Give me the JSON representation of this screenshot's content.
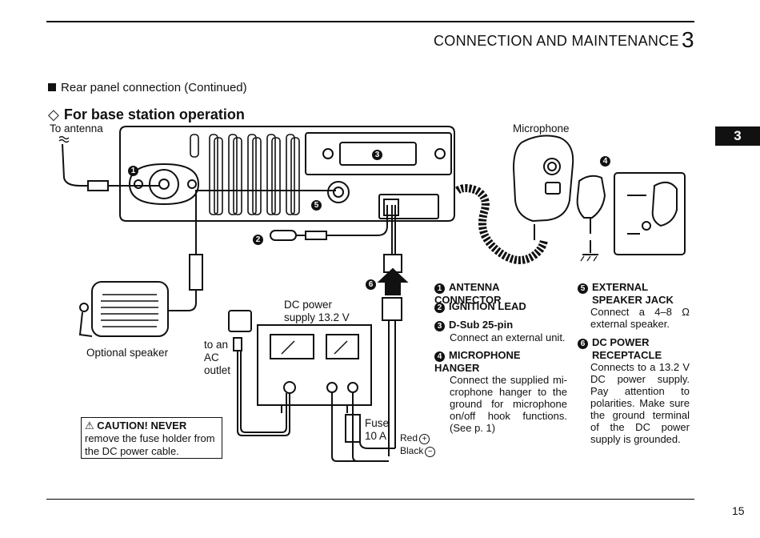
{
  "header": {
    "title": "CONNECTION AND MAINTENANCE",
    "chapter": "3",
    "tab": "3"
  },
  "section": {
    "label": "Rear panel connection (Continued)"
  },
  "subsection": {
    "label": "For base station operation",
    "marker": "◇"
  },
  "labels": {
    "antenna": "To antenna",
    "microphone": "Microphone",
    "optional_speaker": "Optional speaker",
    "dc_power_line1": "DC power",
    "dc_power_line2": "supply 13.2 V",
    "ac_line1": "to an",
    "ac_line2": "AC",
    "ac_line3": "outlet",
    "fuse_line1": "Fuse",
    "fuse_line2": "10 A",
    "red": "Red",
    "black": "Black"
  },
  "callouts": [
    "1",
    "2",
    "3",
    "4",
    "5",
    "6"
  ],
  "legend": [
    {
      "num": "1",
      "title": "ANTENNA CONNECTOR",
      "desc": ""
    },
    {
      "num": "2",
      "title": "IGNITION LEAD",
      "desc": ""
    },
    {
      "num": "3",
      "title": "D-Sub 25-pin",
      "desc": "Connect an external unit."
    },
    {
      "num": "4",
      "title": "MICROPHONE HANGER",
      "desc": "Connect the supplied mi-crophone hanger to the ground for microphone on/off hook functions. (See p. 1)"
    },
    {
      "num": "5",
      "title_line1": "EXTERNAL",
      "title_line2": "SPEAKER JACK",
      "desc": "Connect a 4–8 Ω external speaker."
    },
    {
      "num": "6",
      "title_line1": "DC POWER",
      "title_line2": "RECEPTACLE",
      "desc": "Connects to a 13.2 V DC power supply. Pay attention to polarities. Make sure the ground terminal of the DC power supply is grounded."
    }
  ],
  "caution": {
    "icon": "warning-icon",
    "strong": "CAUTION! NEVER",
    "text": " remove the fuse holder from the DC power cable."
  },
  "page_number": "15"
}
